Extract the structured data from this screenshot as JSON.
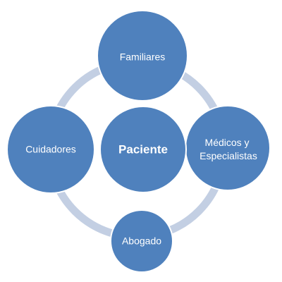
{
  "diagram": {
    "colors": {
      "node_fill": "#4f81bd",
      "node_stroke": "#ffffff",
      "ring": "#c3cfe3"
    },
    "center": {
      "label": "Paciente"
    },
    "nodes": {
      "top": {
        "label": "Familiares"
      },
      "right": {
        "line1": "Médicos y",
        "line2": "Especialistas"
      },
      "bottom": {
        "label": "Abogado"
      },
      "left": {
        "label": "Cuidadores"
      }
    }
  }
}
